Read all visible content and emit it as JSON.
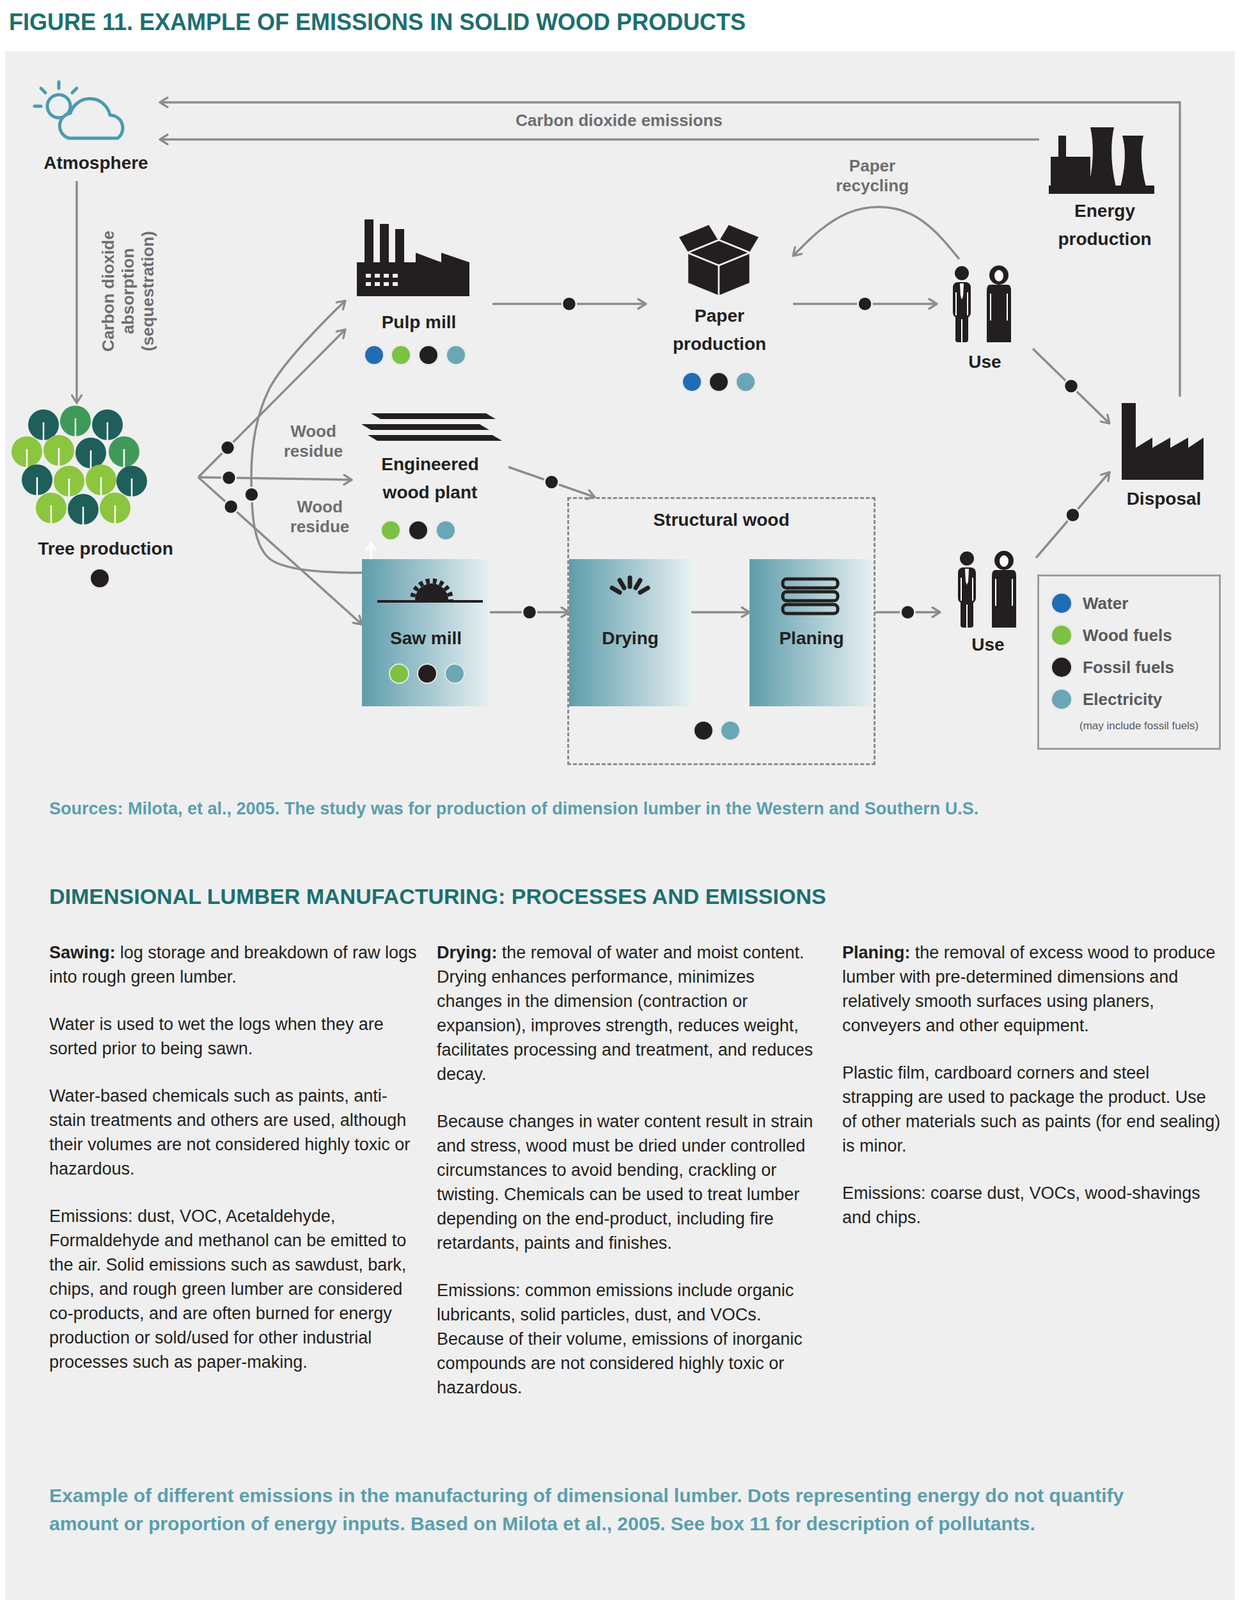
{
  "diagram": {
    "title": "FIGURE 11. EXAMPLE OF EMISSIONS IN SOLID WOOD PRODUCTS",
    "caption": "Example of different emissions in the manufacturing of dimensional lumber. Dots representing energy do not quantify amount or proportion of energy inputs. Based on Milota et al., 2005. See box 11 for description of pollutants.",
    "nodes": [
      {
        "text": [
          "Atmosphere"
        ]
      },
      {
        "text": [
          "Energy production"
        ]
      },
      {
        "text": [
          "Pulp mill"
        ]
      },
      {
        "text": [
          "Paper production"
        ]
      },
      {
        "text": [
          "Use"
        ]
      },
      {
        "text": [
          "Tree production"
        ]
      },
      {
        "text": [
          "Engineered wood plant"
        ]
      },
      {
        "text": [
          "Disposal"
        ]
      },
      {
        "text": [
          "Structural wood"
        ]
      },
      {
        "text": [
          "Drying"
        ],
        "in": 8
      },
      {
        "text": [
          "Planing"
        ],
        "in": 8
      },
      {
        "text": [
          "Saw mill"
        ]
      },
      {
        "text": [
          "Use"
        ]
      }
    ],
    "edges": [
      {
        "from": 0,
        "to": 5,
        "arrow": "to",
        "label": "Carbon dioxide absorption (sequestration)"
      },
      {
        "from": 1,
        "to": 0,
        "arrow": "to",
        "label": "Carbon dioxide emissions"
      },
      {
        "from": 7,
        "to": 0,
        "arrow": "to"
      },
      {
        "from": 5,
        "to": 2,
        "arrow": "to"
      },
      {
        "from": 5,
        "to": 6,
        "arrow": "to"
      },
      {
        "from": 5,
        "to": 11,
        "arrow": "to"
      },
      {
        "from": 11,
        "to": 2,
        "arrow": "to",
        "label": "Wood residue"
      },
      {
        "from": 11,
        "to": 6,
        "arrow": "to",
        "label": "Wood residue"
      },
      {
        "from": 2,
        "to": 3,
        "arrow": "to"
      },
      {
        "from": 3,
        "to": 4,
        "arrow": "to"
      },
      {
        "from": 4,
        "to": 3,
        "arrow": "to",
        "label": "Paper recycling"
      },
      {
        "from": 4,
        "to": 7,
        "arrow": "to"
      },
      {
        "from": 6,
        "to": 8,
        "arrow": "to"
      },
      {
        "from": 11,
        "to": 9,
        "arrow": "to"
      },
      {
        "from": 9,
        "to": 10,
        "arrow": "to"
      },
      {
        "from": 8,
        "to": 12,
        "arrow": "to"
      },
      {
        "from": 12,
        "to": 7,
        "arrow": "to"
      }
    ],
    "labels": [
      "Sources: Milota, et al., 2005. The study was for production of dimension lumber in the Western and Southern U.S.",
      "DIMENSIONAL LUMBER MANUFACTURING: PROCESSES AND EMISSIONS",
      "Sawing:",
      "log storage and breakdown of raw logs into rough green lumber.",
      "Water is used to wet the logs when they are sorted prior to being sawn.",
      "Water-based chemicals such as paints, anti-stain treatments and others are used, although their volumes are not considered highly toxic or hazardous.",
      "Emissions: dust, VOC, Acetaldehyde, Formaldehyde and methanol can be emitted to the air. Solid emissions such as sawdust, bark, chips, and rough green lumber are considered co-products, and are often burned for energy production or sold/used for other industrial processes such as paper-making.",
      "Drying:",
      "the removal of water and moist content. Drying enhances performance, minimizes changes in the dimension (contraction or expansion), improves strength, reduces weight, facilitates processing and treatment, and reduces decay.",
      "Because changes in water content result in strain and stress, wood must be dried under controlled circumstances to avoid bending, crackling or twisting. Chemicals can be used to treat lumber depending on the end-product, including fire retardants, paints and finishes.",
      "Emissions: common emissions include organic lubricants, solid particles, dust, and VOCs. Because of their volume, emissions of inorganic compounds are not considered highly toxic or hazardous.",
      "Planing:",
      "the removal of excess wood to produce lumber with pre-determined dimensions and relatively smooth surfaces using planers, conveyers and other equipment.",
      "Plastic film, cardboard corners and steel strapping are used to package the product. Use of other materials such as paints (for end sealing) is minor.",
      "Emissions: coarse dust, VOCs, wood-shavings and chips.",
      "(may include fossil fuels)"
    ],
    "legend": [
      {
        "text": "Water",
        "color": "#1f6db5"
      },
      {
        "text": "Wood fuels",
        "color": "#7cc142"
      },
      {
        "text": "Fossil fuels",
        "color": "#231f20"
      },
      {
        "text": "Electricity",
        "color": "#6aa6b5"
      }
    ]
  }
}
